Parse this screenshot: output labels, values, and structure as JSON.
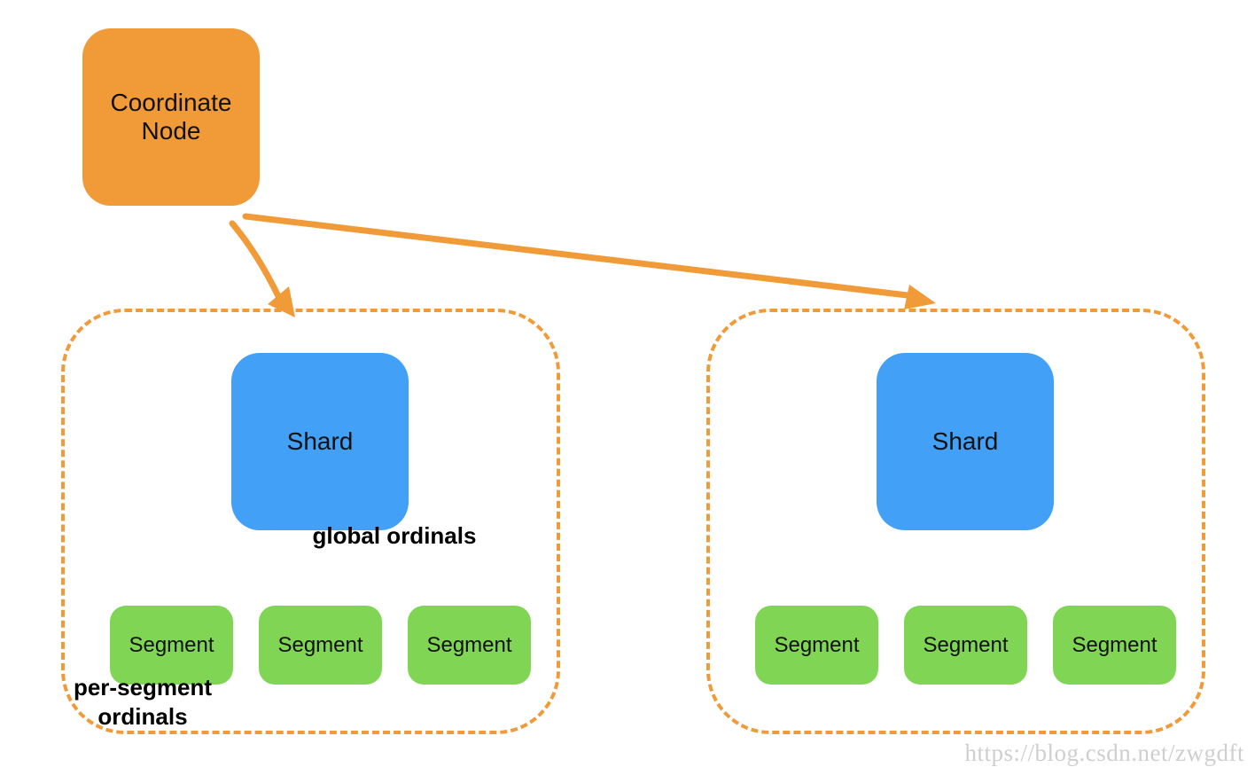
{
  "coordinate_node": {
    "label": "Coordinate Node"
  },
  "shards": [
    {
      "label": "Shard"
    },
    {
      "label": "Shard"
    }
  ],
  "segments": [
    {
      "label": "Segment"
    },
    {
      "label": "Segment"
    },
    {
      "label": "Segment"
    },
    {
      "label": "Segment"
    },
    {
      "label": "Segment"
    },
    {
      "label": "Segment"
    }
  ],
  "annotations": {
    "global_ordinals": "global ordinals",
    "per_segment_ordinals": "per-segment ordinals"
  },
  "watermark": "https://blog.csdn.net/zwgdft",
  "colors": {
    "coordinate_node": "#f19a38",
    "shard": "#42a1f7",
    "segment": "#80d554",
    "arrow": "#f19a38",
    "group_border": "#f19a38"
  }
}
